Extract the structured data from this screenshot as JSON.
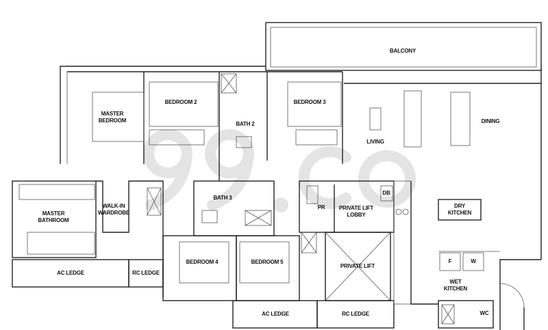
{
  "watermark": "99.co",
  "rooms": {
    "balcony": "BALCONY",
    "master_bedroom": "MASTER\nBEDROOM",
    "bedroom_2": "BEDROOM 2",
    "bath_2": "BATH 2",
    "bedroom_3": "BEDROOM 3",
    "living": "LIVING",
    "dining": "DINING",
    "master_bathroom": "MASTER\nBATHROOM",
    "walk_in_wardrobe": "WALK-IN\nWARDROBE",
    "bath_3": "BATH 3",
    "pr": "PR",
    "db": "DB",
    "private_lift_lobby": "PRIVATE LIFT\nLOBBY",
    "dry_kitchen": "DRY\nKITCHEN",
    "bedroom_4": "BEDROOM 4",
    "bedroom_5": "BEDROOM 5",
    "private_lift": "PRIVATE LIFT",
    "fridge": "F",
    "washer": "W",
    "wet_kitchen": "WET\nKITCHEN",
    "wc": "WC",
    "ac_ledge_1": "AC LEDGE",
    "rc_ledge_1": "RC LEDGE",
    "ac_ledge_2": "AC LEDGE",
    "rc_ledge_2": "RC LEDGE"
  }
}
